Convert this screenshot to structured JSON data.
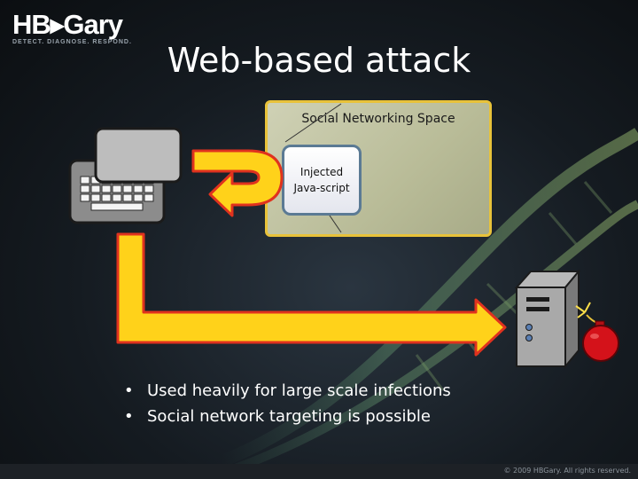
{
  "logo": {
    "name": "HB▸Gary",
    "tagline": "DETECT. DIAGNOSE. RESPOND."
  },
  "slide": {
    "title": "Web-based attack"
  },
  "diagram": {
    "social_space_label": "Social Networking Space",
    "script_label": "Injected\nJava-script",
    "colors": {
      "arrow_fill": "#ffd21a",
      "arrow_stroke": "#e0321e",
      "box_border": "#e8c23a",
      "bomb": "#d4121a"
    }
  },
  "bullets": [
    "Used heavily for large scale infections",
    "Social network targeting is possible"
  ],
  "footer": {
    "copyright": "© 2009 HBGary.  All rights reserved."
  }
}
